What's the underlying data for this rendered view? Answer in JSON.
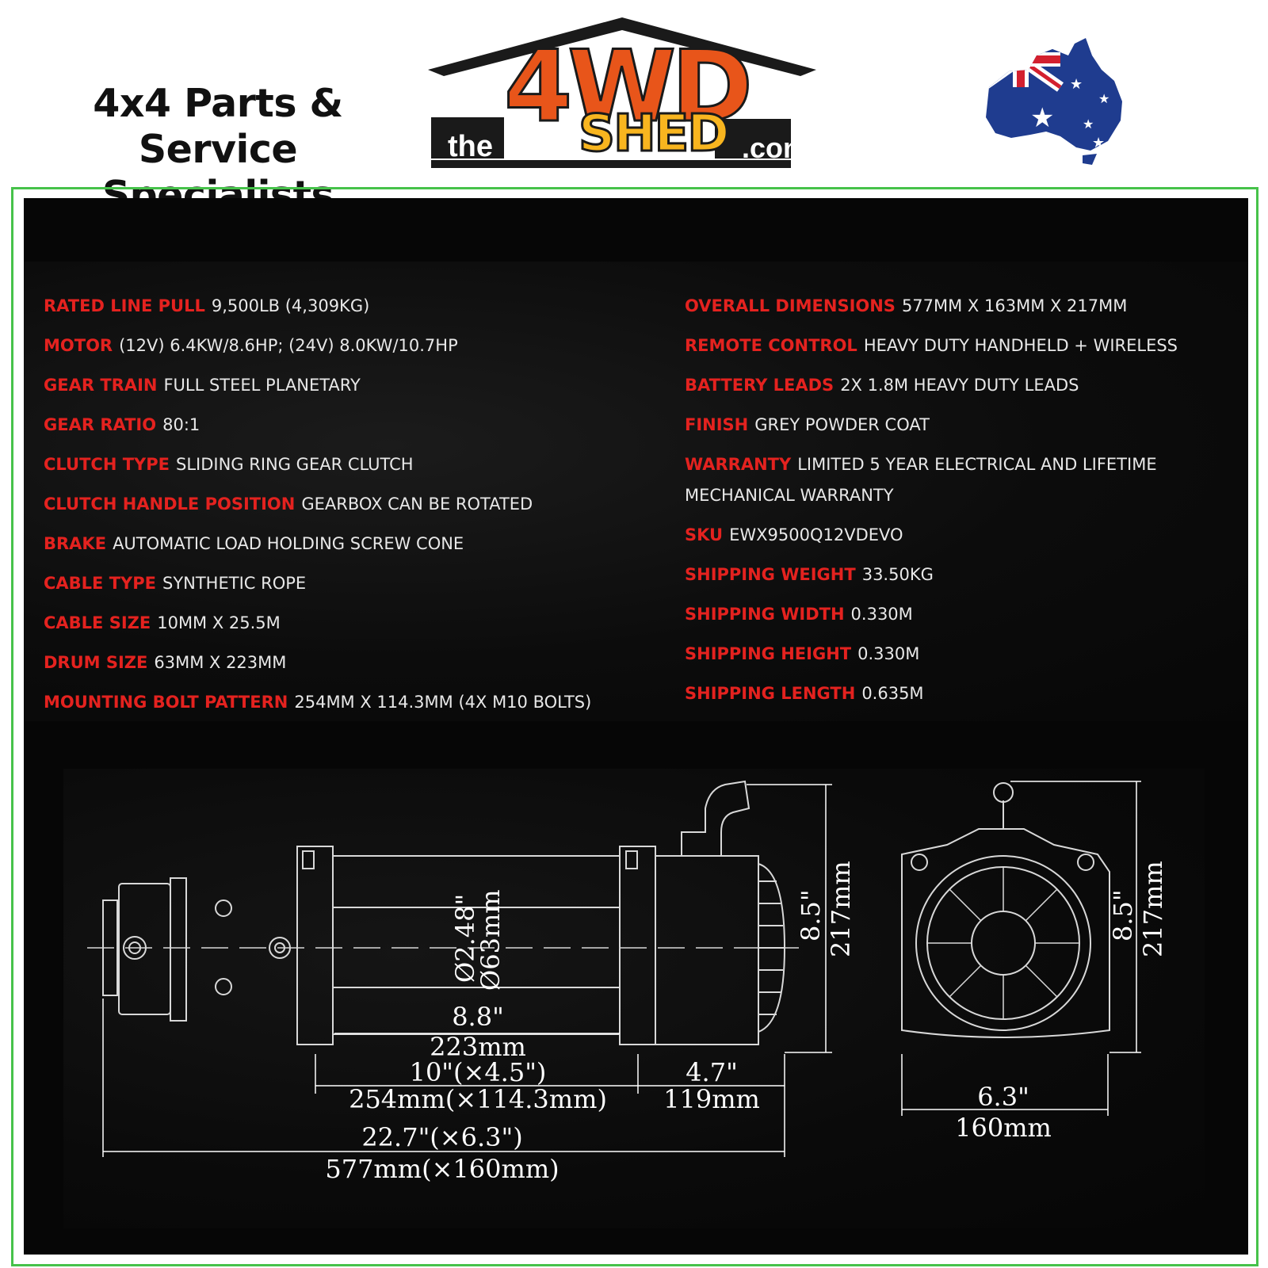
{
  "header": {
    "tagline_line1": "4x4 Parts & Service",
    "tagline_line2": "Specialists",
    "logo": {
      "prefix": "the",
      "main": "4WD",
      "sub": "SHED",
      "suffix": ".com"
    },
    "flag_icon": "australia-flag-map-icon"
  },
  "specs_left": [
    {
      "label": "RATED LINE PULL",
      "value": "9,500LB (4,309KG)"
    },
    {
      "label": "MOTOR",
      "value": "(12V) 6.4KW/8.6HP; (24V) 8.0KW/10.7HP"
    },
    {
      "label": "GEAR TRAIN",
      "value": "FULL STEEL PLANETARY"
    },
    {
      "label": "GEAR RATIO",
      "value": "80:1"
    },
    {
      "label": "CLUTCH TYPE",
      "value": "SLIDING RING GEAR CLUTCH"
    },
    {
      "label": "CLUTCH HANDLE POSITION",
      "value": "GEARBOX CAN BE ROTATED"
    },
    {
      "label": "BRAKE",
      "value": "AUTOMATIC LOAD HOLDING SCREW CONE"
    },
    {
      "label": "CABLE TYPE",
      "value": "SYNTHETIC ROPE"
    },
    {
      "label": "CABLE SIZE",
      "value": "10MM X 25.5M"
    },
    {
      "label": "DRUM SIZE",
      "value": "63MM X 223MM"
    },
    {
      "label": "MOUNTING BOLT PATTERN",
      "value": "254MM X 114.3MM (4X M10 BOLTS)"
    }
  ],
  "specs_right": [
    {
      "label": "OVERALL DIMENSIONS",
      "value": "577MM X 163MM X 217MM"
    },
    {
      "label": "REMOTE CONTROL",
      "value": "HEAVY DUTY HANDHELD + WIRELESS"
    },
    {
      "label": "BATTERY LEADS",
      "value": "2X 1.8M HEAVY DUTY LEADS"
    },
    {
      "label": "FINISH",
      "value": "GREY POWDER COAT"
    },
    {
      "label": "WARRANTY",
      "value": "LIMITED 5 YEAR ELECTRICAL AND LIFETIME MECHANICAL WARRANTY"
    },
    {
      "label": "SKU",
      "value": "EWX9500Q12VDEVO"
    },
    {
      "label": "SHIPPING WEIGHT",
      "value": "33.50KG"
    },
    {
      "label": "SHIPPING WIDTH",
      "value": "0.330M"
    },
    {
      "label": "SHIPPING HEIGHT",
      "value": "0.330M"
    },
    {
      "label": "SHIPPING LENGTH",
      "value": "0.635M"
    }
  ],
  "drawing": {
    "drum_dia_in": "Ø2.48\"",
    "drum_dia_mm": "Ø63mm",
    "drum_len_in": "8.8\"",
    "drum_len_mm": "223mm",
    "bolt_in": "10\"(×4.5\")",
    "bolt_mm": "254mm(×114.3mm)",
    "motor_in": "4.7\"",
    "motor_mm": "119mm",
    "overall_in": "22.7\"(×6.3\")",
    "overall_mm": "577mm(×160mm)",
    "height_in": "8.5\"",
    "height_mm": "217mm",
    "end_height_in": "8.5\"",
    "end_height_mm": "217mm",
    "end_width_in": "6.3\"",
    "end_width_mm": "160mm"
  },
  "colors": {
    "label_red": "#e4221f",
    "frame_green": "#46c24a",
    "panel_black": "#060606",
    "logo_orange": "#e8551a"
  }
}
